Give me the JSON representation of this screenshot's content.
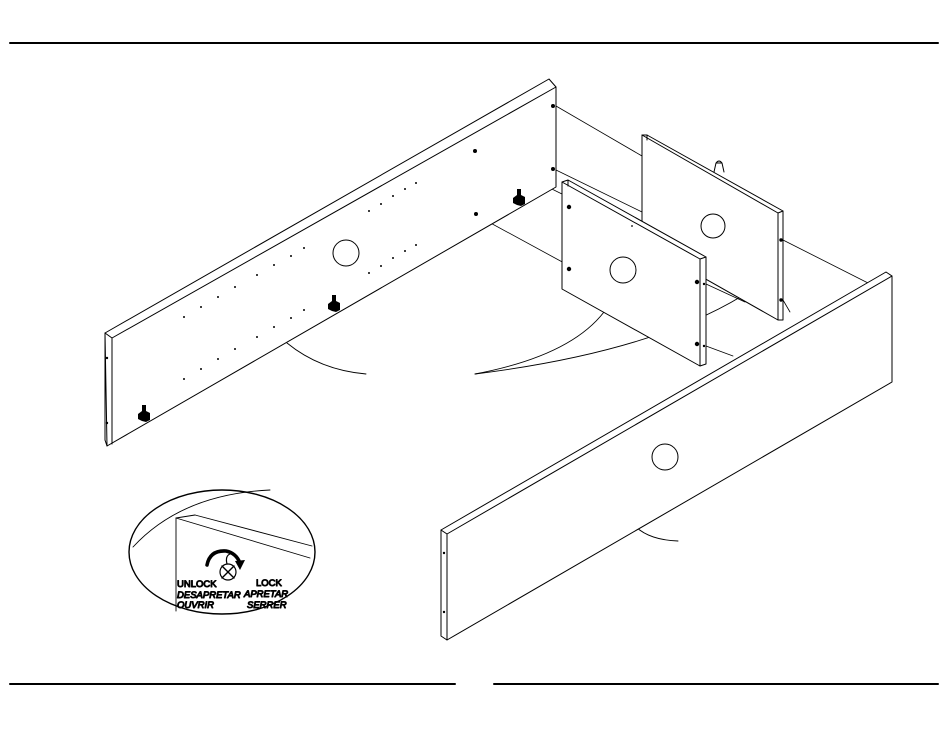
{
  "diagram": {
    "kind": "furniture-assembly-step",
    "stroke_color": "#000000",
    "background_color": "#ffffff"
  },
  "detail_callout": {
    "icon": "cam-lock-icon",
    "unlock_label": "UNLOCK",
    "unlock_label_pt": "DESAPRETAR",
    "unlock_label_fr": "OUVRIR",
    "lock_label": "LOCK",
    "lock_label_pt": "APRETAR",
    "lock_label_fr": "SERRER"
  }
}
